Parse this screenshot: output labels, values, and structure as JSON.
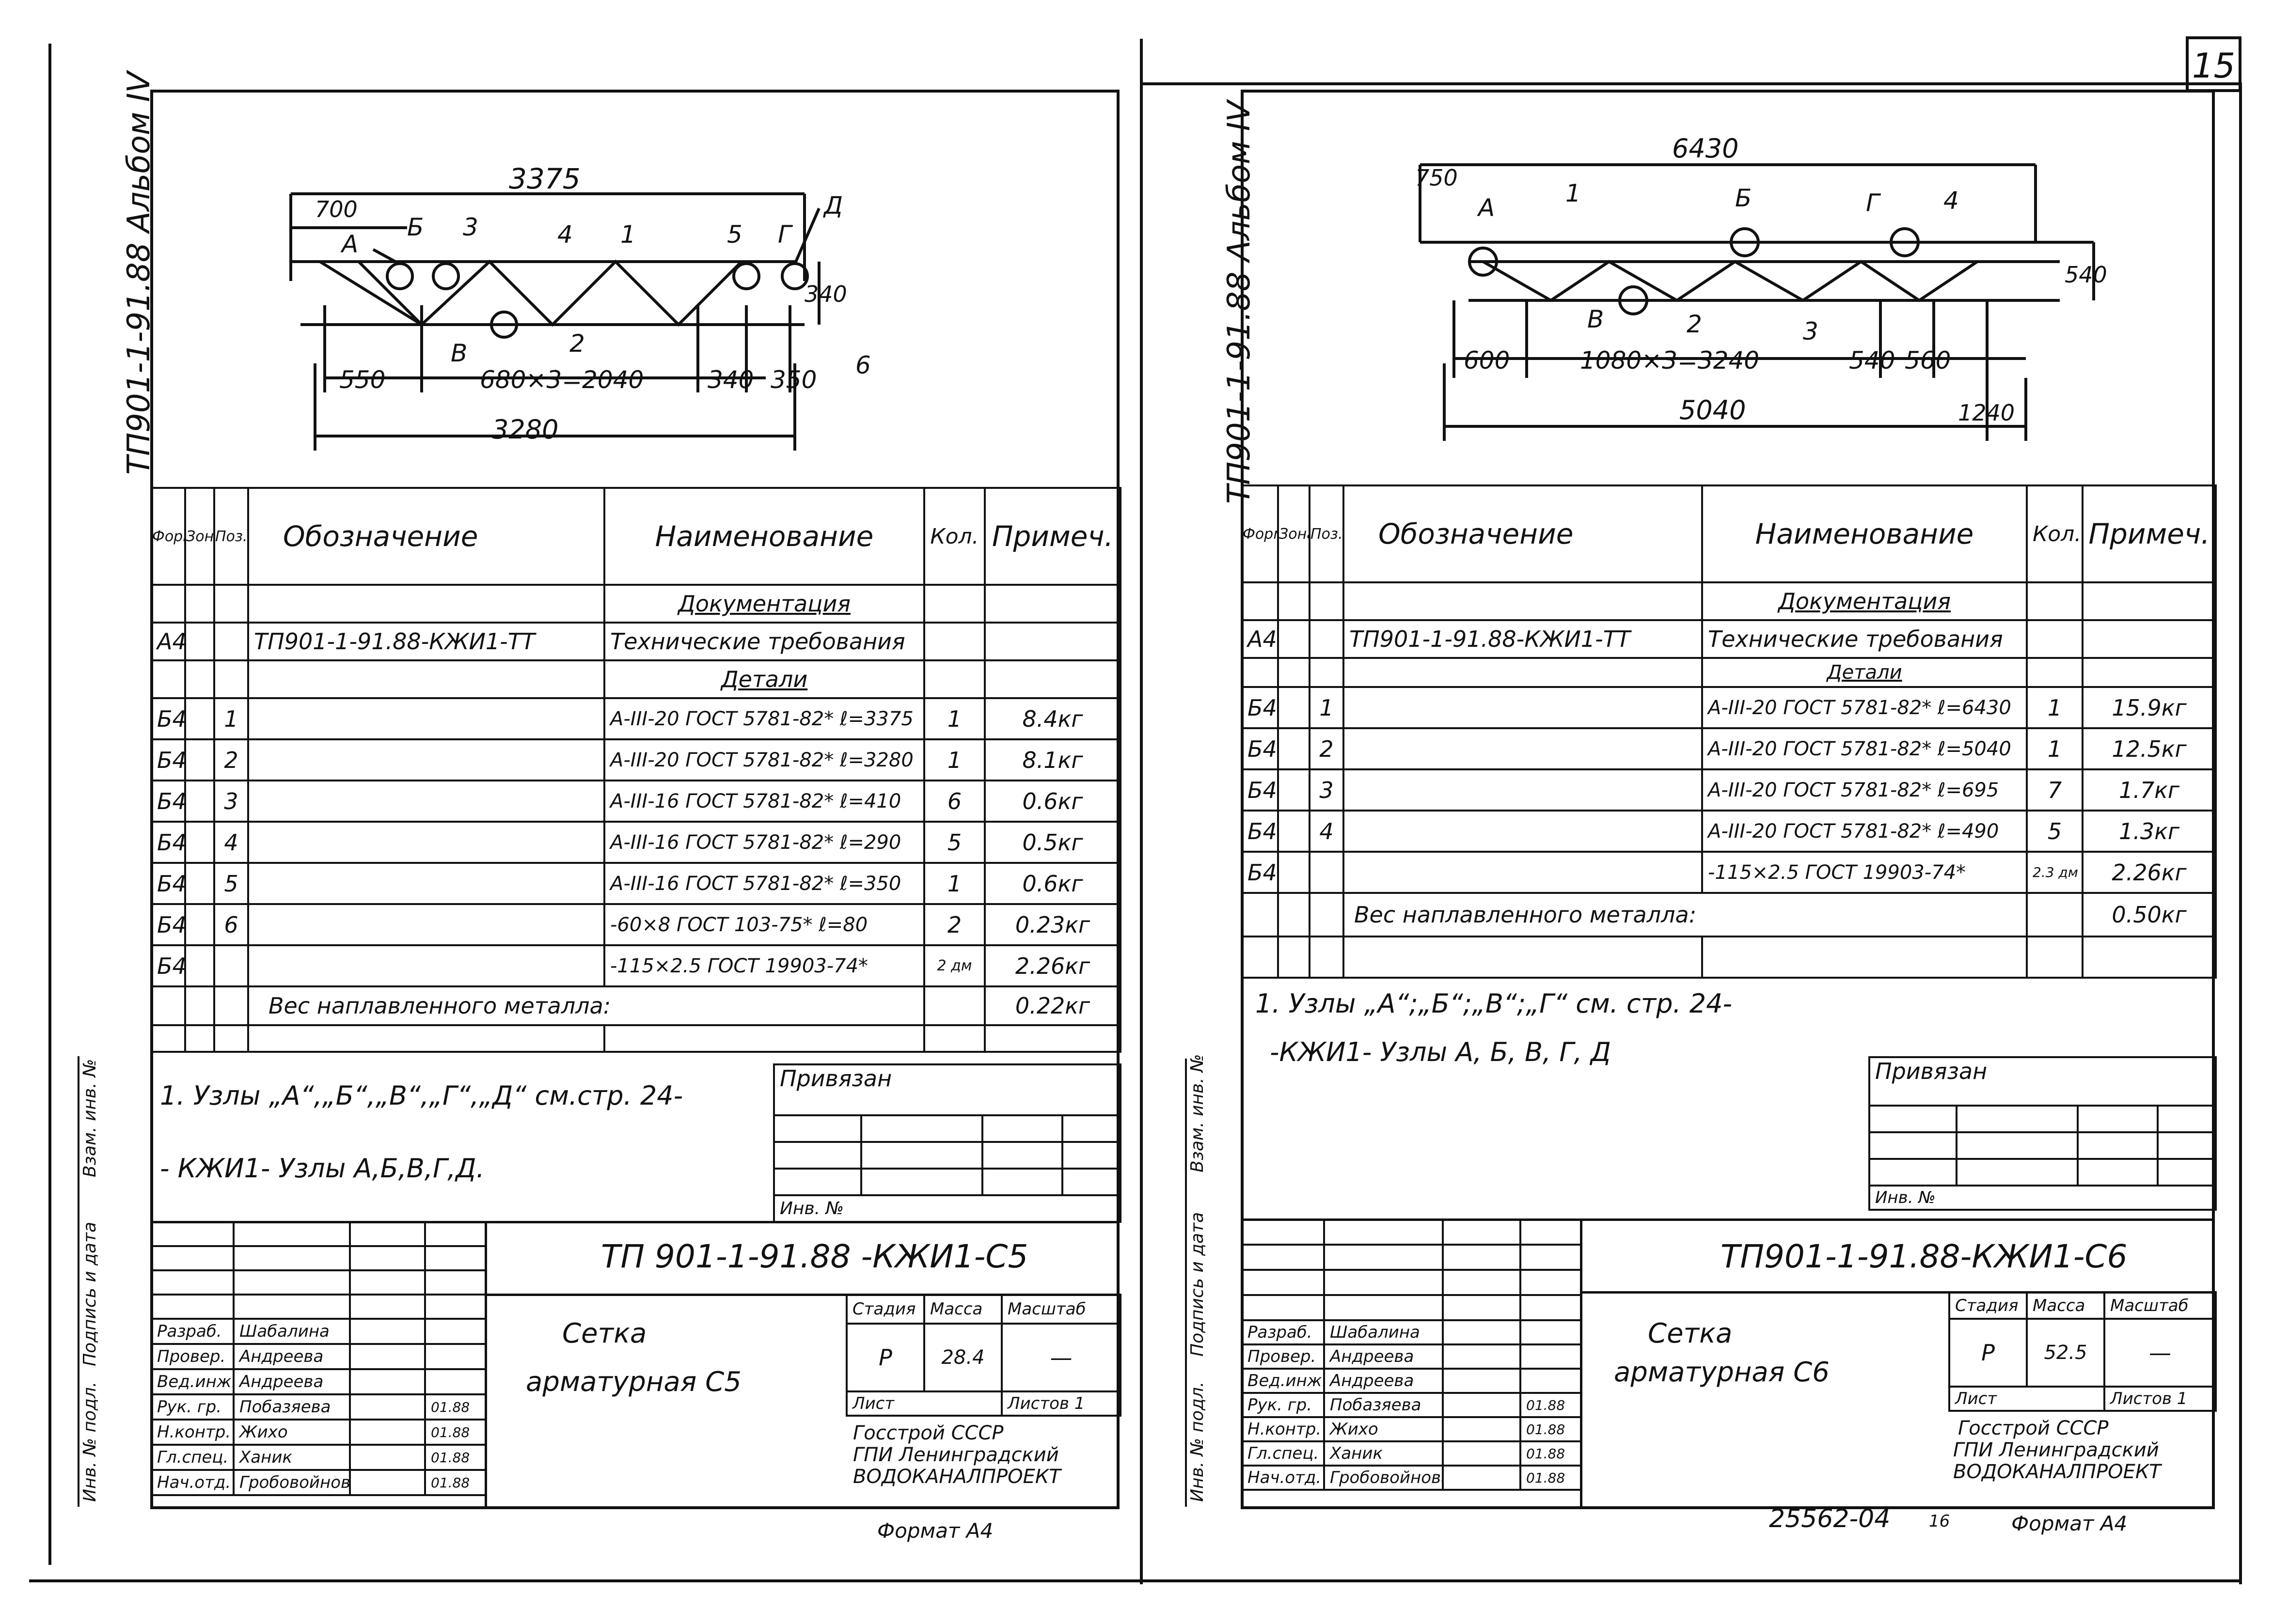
{
  "page_number": "15",
  "bottom_code": "25562-04",
  "bottom_small": "16",
  "left": {
    "album_label": "ТП901-1-91.88 Альбом IV",
    "drawing": {
      "dims": {
        "total_top": "3375",
        "left_offset": "700",
        "bottom_left": "550",
        "middle": "680×3=2040",
        "right1": "340",
        "right2": "350",
        "total_bottom": "3280",
        "height": "340"
      },
      "nodes": [
        "А",
        "Б",
        "В",
        "Г",
        "Д"
      ],
      "positions": [
        "1",
        "2",
        "3",
        "4",
        "5",
        "6"
      ]
    },
    "table": {
      "headers": {
        "format": "Формат",
        "zone": "Зона",
        "pos": "Поз.",
        "designation": "Обозначение",
        "name": "Наименование",
        "qty": "Кол.",
        "note": "Примеч."
      },
      "section_docs": "Документация",
      "doc_row": {
        "format": "А4",
        "designation": "ТП901-1-91.88-КЖИ1-ТТ",
        "name": "Технические требования"
      },
      "section_details": "Детали",
      "rows": [
        {
          "format": "Б4",
          "pos": "1",
          "name": "А-III-20 ГОСТ 5781-82* ℓ=3375",
          "qty": "1",
          "note": "8.4кг"
        },
        {
          "format": "Б4",
          "pos": "2",
          "name": "А-III-20 ГОСТ 5781-82* ℓ=3280",
          "qty": "1",
          "note": "8.1кг"
        },
        {
          "format": "Б4",
          "pos": "3",
          "name": "А-III-16 ГОСТ 5781-82* ℓ=410",
          "qty": "6",
          "note": "0.6кг"
        },
        {
          "format": "Б4",
          "pos": "4",
          "name": "А-III-16 ГОСТ 5781-82* ℓ=290",
          "qty": "5",
          "note": "0.5кг"
        },
        {
          "format": "Б4",
          "pos": "5",
          "name": "А-III-16 ГОСТ 5781-82* ℓ=350",
          "qty": "1",
          "note": "0.6кг"
        },
        {
          "format": "Б4",
          "pos": "6",
          "name": "-60×8 ГОСТ 103-75* ℓ=80",
          "qty": "2",
          "note": "0.23кг"
        },
        {
          "format": "Б4",
          "pos": "",
          "name": "-115×2.5 ГОСТ 19903-74*",
          "qty": "2 дм",
          "note": "2.26кг"
        }
      ],
      "weld_label": "Вес наплавленного металла:",
      "weld_value": "0.22кг"
    },
    "notes": [
      "1. Узлы „А“,„Б“,„В“,„Г“,„Д“ см.стр. 24-",
      "- КЖИ1- Узлы А,Б,В,Г,Д."
    ],
    "privyazan": "Привязан",
    "inv_no": "Инв. №",
    "side_labels": [
      "Взам. инв. №",
      "Подпись и дата",
      "Инв. № подл."
    ],
    "stamp": {
      "code": "ТП 901-1-91.88 -КЖИ1-С5",
      "title1": "Сетка",
      "title2": "арматурная С5",
      "stage_h": "Стадия",
      "mass_h": "Масса",
      "scale_h": "Масштаб",
      "stage": "Р",
      "mass": "28.4",
      "scale": "—",
      "sheet": "Лист",
      "sheets": "Листов 1",
      "org1": "Госстрой СССР",
      "org2": "ГПИ Ленинградский",
      "org3": "ВОДОКАНАЛПРОЕКТ",
      "roles": [
        "Разраб.",
        "Провер.",
        "Вед.инж.",
        "Рук. гр.",
        "Н.контр.",
        "Гл.спец.",
        "Нач.отд."
      ],
      "names": [
        "Шабалина",
        "Андреева",
        "Андреева",
        "Побазяева",
        "Жихо",
        "Ханик",
        "Гробовойнова"
      ],
      "dates": [
        "",
        "",
        "",
        "01.88",
        "01.88",
        "01.88",
        "01.88"
      ],
      "format": "Формат А4"
    }
  },
  "right": {
    "album_label": "ТП901-1-91.88 Альбом IV",
    "drawing": {
      "dims": {
        "total_top": "6430",
        "left_offset": "750",
        "bottom_left": "600",
        "middle": "1080×3=3240",
        "right1": "540",
        "right2": "560",
        "total_bottom": "5040",
        "extra": "1240",
        "height": "540"
      },
      "nodes": [
        "А",
        "Б",
        "В",
        "Г"
      ],
      "positions": [
        "1",
        "2",
        "3",
        "4"
      ]
    },
    "table": {
      "headers": {
        "format": "Формат",
        "zone": "Зона",
        "pos": "Поз.",
        "designation": "Обозначение",
        "name": "Наименование",
        "qty": "Кол.",
        "note": "Примеч."
      },
      "section_docs": "Документация",
      "doc_row": {
        "format": "А4",
        "designation": "ТП901-1-91.88-КЖИ1-ТТ",
        "name": "Технические требования"
      },
      "section_details": "Детали",
      "rows": [
        {
          "format": "Б4",
          "pos": "1",
          "name": "А-III-20 ГОСТ 5781-82* ℓ=6430",
          "qty": "1",
          "note": "15.9кг"
        },
        {
          "format": "Б4",
          "pos": "2",
          "name": "А-III-20 ГОСТ 5781-82* ℓ=5040",
          "qty": "1",
          "note": "12.5кг"
        },
        {
          "format": "Б4",
          "pos": "3",
          "name": "А-III-20 ГОСТ 5781-82* ℓ=695",
          "qty": "7",
          "note": "1.7кг"
        },
        {
          "format": "Б4",
          "pos": "4",
          "name": "А-III-20 ГОСТ 5781-82* ℓ=490",
          "qty": "5",
          "note": "1.3кг"
        },
        {
          "format": "Б4",
          "pos": "",
          "name": "-115×2.5 ГОСТ 19903-74*",
          "qty": "2.3 дм",
          "note": "2.26кг"
        }
      ],
      "weld_label": "Вес наплавленного металла:",
      "weld_value": "0.50кг"
    },
    "notes": [
      "1. Узлы „А“;„Б“;„В“;„Г“ см. стр. 24-",
      "-КЖИ1- Узлы А, Б, В, Г, Д"
    ],
    "privyazan": "Привязан",
    "inv_no": "Инв. №",
    "side_labels": [
      "Взам. инв. №",
      "Подпись и дата",
      "Инв. № подл."
    ],
    "stamp": {
      "code": "ТП901-1-91.88-КЖИ1-С6",
      "title1": "Сетка",
      "title2": "арматурная С6",
      "stage_h": "Стадия",
      "mass_h": "Масса",
      "scale_h": "Масштаб",
      "stage": "Р",
      "mass": "52.5",
      "scale": "—",
      "sheet": "Лист",
      "sheets": "Листов 1",
      "org1": "Госстрой СССР",
      "org2": "ГПИ Ленинградский",
      "org3": "ВОДОКАНАЛПРОЕКТ",
      "roles": [
        "Разраб.",
        "Провер.",
        "Вед.инж.",
        "Рук. гр.",
        "Н.контр.",
        "Гл.спец.",
        "Нач.отд."
      ],
      "names": [
        "Шабалина",
        "Андреева",
        "Андреева",
        "Побазяева",
        "Жихо",
        "Ханик",
        "Гробовойнова"
      ],
      "dates": [
        "",
        "",
        "",
        "01.88",
        "01.88",
        "01.88",
        "01.88"
      ],
      "format": "Формат А4"
    }
  }
}
